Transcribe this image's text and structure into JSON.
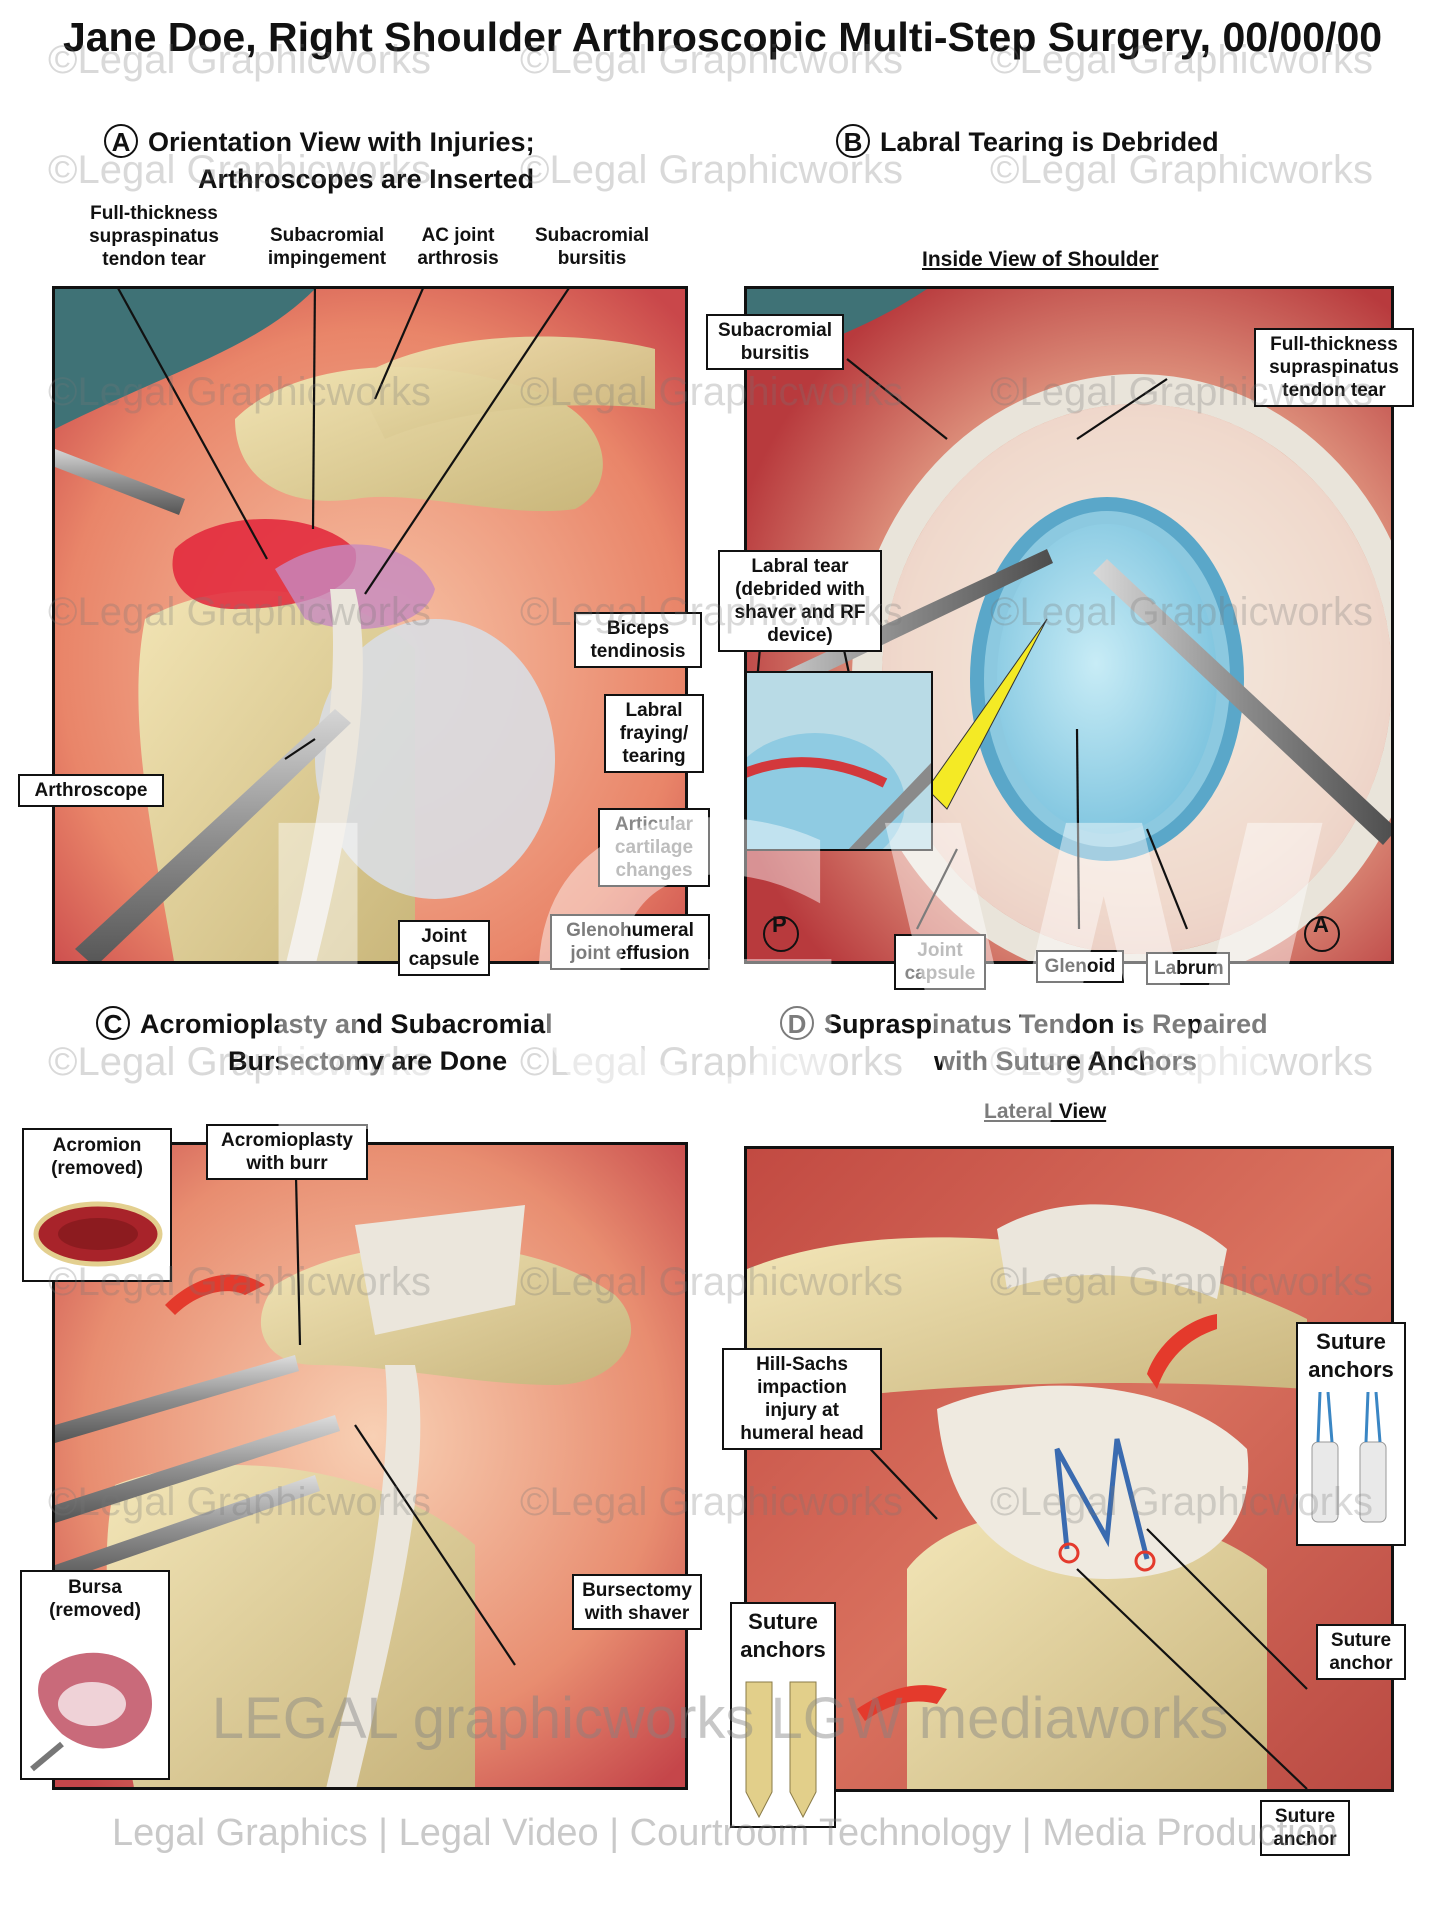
{
  "title": "Jane Doe, Right Shoulder Arthroscopic Multi-Step Surgery, 00/00/00",
  "sections": {
    "a": {
      "letter": "A",
      "heading_line1": "Orientation View with Injuries;",
      "heading_line2": "Arthroscopes are Inserted"
    },
    "b": {
      "letter": "B",
      "heading": "Labral Tearing is Debrided",
      "subheading": "Inside View of Shoulder"
    },
    "c": {
      "letter": "C",
      "heading_line1": "Acromioplasty and Subacromial",
      "heading_line2": "Bursectomy are Done"
    },
    "d": {
      "letter": "D",
      "heading_line1": "Supraspinatus Tendon is Repaired",
      "heading_line2": "with Suture Anchors",
      "subheading": "Lateral View"
    }
  },
  "panel_a_labels": {
    "supraspinatus_tear": "Full-thickness supraspinatus tendon tear",
    "impingement": "Subacromial impingement",
    "ac_joint": "AC joint arthrosis",
    "bursitis": "Subacromial bursitis",
    "biceps": "Biceps tendinosis",
    "labral": "Labral fraying/ tearing",
    "cartilage": "Articular cartilage changes",
    "arthroscope": "Arthroscope",
    "joint_capsule": "Joint capsule",
    "effusion": "Glenohumeral joint effusion"
  },
  "panel_b_labels": {
    "bursitis": "Subacromial bursitis",
    "supraspinatus_tear": "Full-thickness supraspinatus tendon tear",
    "labral_tear": "Labral tear (debrided with shaver and RF device)",
    "joint_capsule": "Joint capsule",
    "glenoid": "Glenoid",
    "labrum": "Labrum",
    "marker_p": "P",
    "marker_a": "A"
  },
  "panel_c_labels": {
    "acromion": "Acromion (removed)",
    "acromioplasty": "Acromioplasty with burr",
    "bursectomy": "Bursectomy with shaver",
    "bursa": "Bursa (removed)"
  },
  "panel_d_labels": {
    "hill_sachs": "Hill-Sachs impaction injury at humeral head",
    "suture_anchors_top": "Suture anchors",
    "suture_anchor_mid": "Suture anchor",
    "suture_anchors_left": "Suture anchors",
    "suture_anchor_bottom": "Suture anchor"
  },
  "watermark": "©Legal Graphicworks",
  "logo_big": "LGW",
  "logo_bottom": "LEGAL graphicworks  LGW mediaworks",
  "tagline": "Legal Graphics | Legal Video | Courtroom Technology | Media Production",
  "colors": {
    "bone": "#e7d6a0",
    "muscle": "#c9474a",
    "tendon": "#e9e4da",
    "cartilage": "#9fd3e6",
    "instrument": "#9a9a9a"
  }
}
